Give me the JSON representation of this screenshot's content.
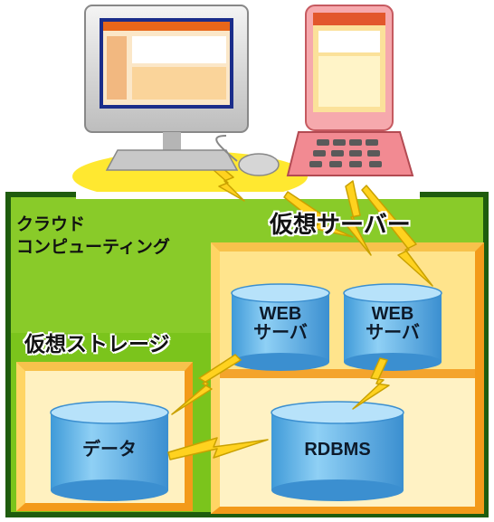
{
  "cloud": {
    "title_line1": "クラウド",
    "title_line2": "コンピューティング"
  },
  "virtual_server": {
    "title": "仮想サーバー"
  },
  "virtual_storage": {
    "title": "仮想ストレージ"
  },
  "components": {
    "web_server_1": {
      "line1": "WEB",
      "line2": "サーバ"
    },
    "web_server_2": {
      "line1": "WEB",
      "line2": "サーバ"
    },
    "data": {
      "label": "データ"
    },
    "rdbms": {
      "label": "RDBMS"
    }
  },
  "colors": {
    "cloud_green": "#7bc41c",
    "dark_green": "#2e7d14",
    "box_yellow": "#ffe9a0",
    "box_orange": "#f6b43a",
    "cylinder_blue": "#6ab6e8",
    "lightning": "#ffd21f",
    "phone_pink": "#f49aa0"
  }
}
